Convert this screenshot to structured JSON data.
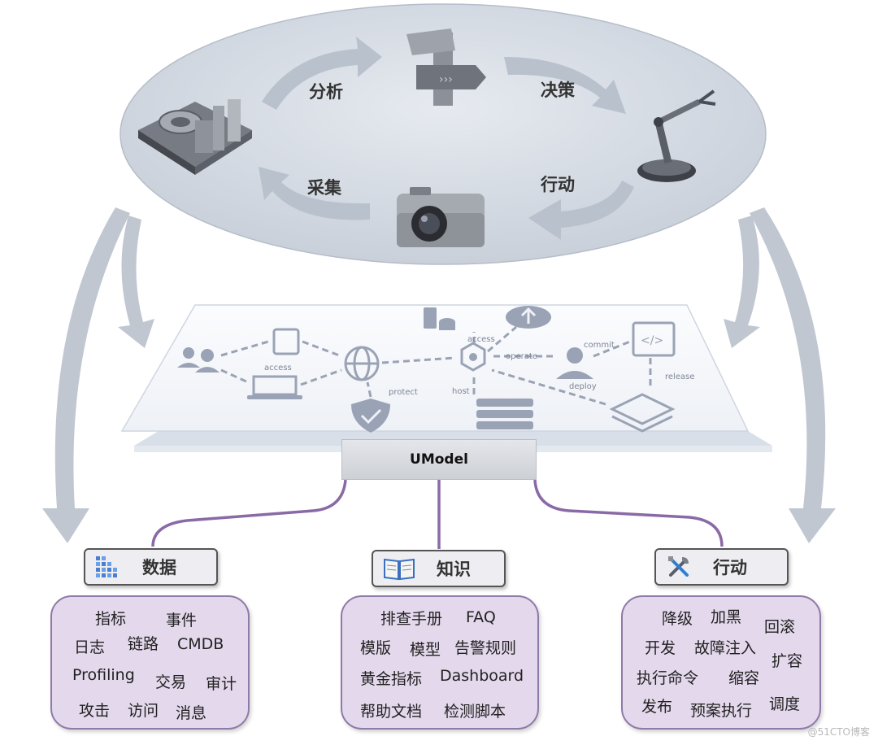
{
  "cycle": {
    "analyze": "分析",
    "decide": "决策",
    "act": "行动",
    "collect": "采集"
  },
  "diagram_labels": {
    "access_left": "access",
    "protect": "protect",
    "host": "host",
    "access_top": "access",
    "operate": "operate",
    "commit": "commit",
    "deploy": "deploy",
    "release": "release"
  },
  "umodel": {
    "label": "UModel"
  },
  "categories": {
    "data": {
      "title": "数据",
      "items": [
        "指标",
        "事件",
        "日志",
        "链路",
        "CMDB",
        "Profiling",
        "交易",
        "审计",
        "攻击",
        "访问",
        "消息"
      ]
    },
    "knowledge": {
      "title": "知识",
      "items": [
        "排查手册",
        "FAQ",
        "模版",
        "模型",
        "告警规则",
        "黄金指标",
        "Dashboard",
        "帮助文档",
        "检测脚本"
      ]
    },
    "action": {
      "title": "行动",
      "items": [
        "降级",
        "加黑",
        "回滚",
        "开发",
        "故障注入",
        "扩容",
        "执行命令",
        "缩容",
        "发布",
        "预案执行",
        "调度"
      ]
    }
  },
  "watermark": "@51CTO博客",
  "colors": {
    "ellipse": "#cfd5de",
    "connector": "#8a6aa6",
    "panel_fill": "#e4d8ec",
    "panel_border": "#8f7aa8",
    "arrow": "#b9c1cc"
  }
}
